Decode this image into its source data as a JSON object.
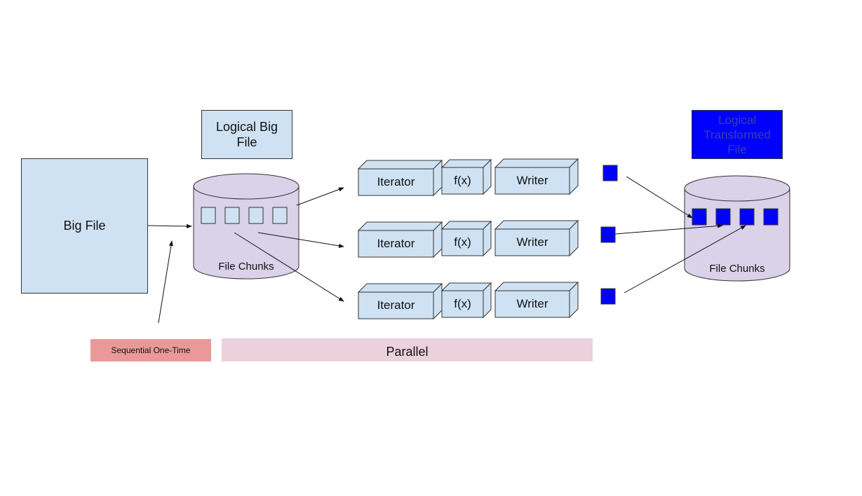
{
  "colors": {
    "light_blue": "#cfe2f3",
    "cylinder": "#d9d2e9",
    "dark_blue": "#0000ff",
    "sequential_band": "#ea9999",
    "parallel_band": "#ead1dc"
  },
  "big_file": {
    "label": "Big File"
  },
  "logical_big_file": {
    "label": "Logical Big File"
  },
  "logical_transformed_file": {
    "label": "Logical Transformed File"
  },
  "source_store": {
    "label": "File Chunks"
  },
  "target_store": {
    "label": "File Chunks"
  },
  "pipelines": [
    {
      "iterator": "Iterator",
      "function": "f(x)",
      "writer": "Writer"
    },
    {
      "iterator": "Iterator",
      "function": "f(x)",
      "writer": "Writer"
    },
    {
      "iterator": "Iterator",
      "function": "f(x)",
      "writer": "Writer"
    }
  ],
  "bands": {
    "sequential": "Sequential One-Time",
    "parallel": "Parallel"
  }
}
